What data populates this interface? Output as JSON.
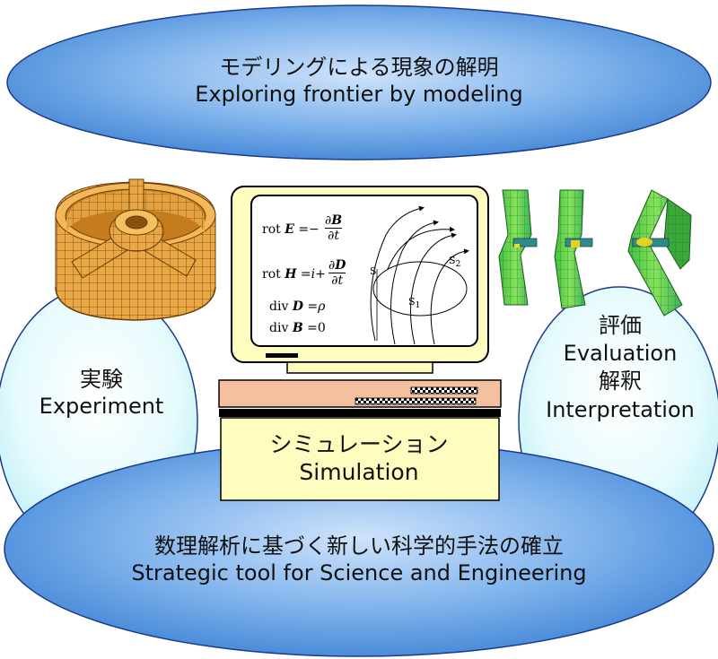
{
  "top": {
    "ja": "モデリングによる現象の解明",
    "en": "Exploring frontier by modeling"
  },
  "bottom": {
    "ja": "数理解析に基づく新しい科学的手法の確立",
    "en": "Strategic tool for Science and Engineering"
  },
  "left": {
    "ja": "実験",
    "en": "Experiment"
  },
  "right": {
    "ja1": "評価",
    "en1": "Evaluation",
    "ja2": "解釈",
    "en2": "Interpretation"
  },
  "center": {
    "ja": "シミュレーション",
    "en": "Simulation"
  },
  "equations": {
    "rot": "rot",
    "div": "div",
    "E": "E",
    "B": "B",
    "H": "H",
    "D": "D",
    "i": "i",
    "rho": "ρ",
    "t": "t",
    "partial": "∂",
    "zero": "0"
  },
  "field_labels": {
    "s": "S",
    "s1": "S",
    "s2": "S",
    "sub1": "1",
    "sub2": "2"
  },
  "colors": {
    "ellipse_blue": "#4f8fd8",
    "ellipse_light": "#ccf5fa",
    "monitor_yellow": "#fffcc0",
    "mesh_orange": "#e8a040",
    "mesh_green": "#5ed85e",
    "drive_salmon": "#f5c0a0"
  }
}
